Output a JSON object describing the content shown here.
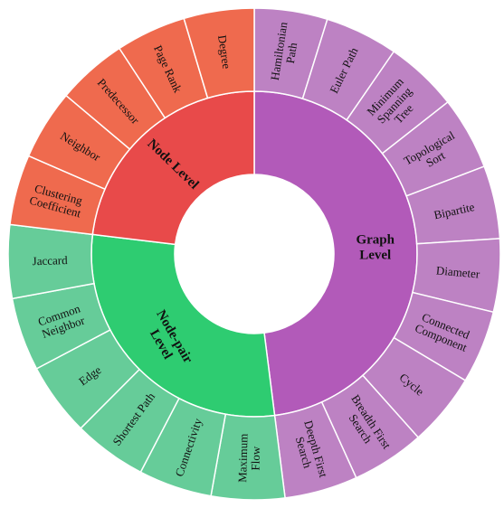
{
  "chart_data": {
    "type": "sunburst",
    "colors": {
      "node": "#e84a4a",
      "node_outer": "#ef6a4e",
      "graph": "#b25ab9",
      "graph_outer": "#bd82c3",
      "pair": "#2ecc71",
      "pair_outer": "#66cc99"
    },
    "groups": [
      {
        "key": "graph",
        "lines": [
          "Graph",
          "Level"
        ],
        "children": [
          {
            "lines": [
              "Hamiltonian",
              "Path"
            ]
          },
          {
            "lines": [
              "Euler Path"
            ]
          },
          {
            "lines": [
              "Minimum",
              "Spanning",
              "Tree"
            ]
          },
          {
            "lines": [
              "Topological",
              "Sort"
            ]
          },
          {
            "lines": [
              "Bipartite"
            ]
          },
          {
            "lines": [
              "Diameter"
            ]
          },
          {
            "lines": [
              "Connected",
              "Component"
            ]
          },
          {
            "lines": [
              "Cycle"
            ]
          },
          {
            "lines": [
              "Breadth First",
              "Search"
            ]
          },
          {
            "lines": [
              "Deepth First",
              "Search"
            ]
          }
        ]
      },
      {
        "key": "pair",
        "lines": [
          "Node-pair",
          "Level"
        ],
        "children": [
          {
            "lines": [
              "Maximum",
              "Flow"
            ]
          },
          {
            "lines": [
              "Connectivity"
            ]
          },
          {
            "lines": [
              "Shortest Path"
            ]
          },
          {
            "lines": [
              "Edge"
            ]
          },
          {
            "lines": [
              "Common",
              "Neighbor"
            ]
          },
          {
            "lines": [
              "Jaccard"
            ]
          }
        ]
      },
      {
        "key": "node",
        "lines": [
          "Node Level"
        ],
        "children": [
          {
            "lines": [
              "Clustering",
              "Coefficient"
            ]
          },
          {
            "lines": [
              "Neighbor"
            ]
          },
          {
            "lines": [
              "Predecessor"
            ]
          },
          {
            "lines": [
              "Page Rank"
            ]
          },
          {
            "lines": [
              "Degree"
            ]
          }
        ]
      }
    ]
  }
}
